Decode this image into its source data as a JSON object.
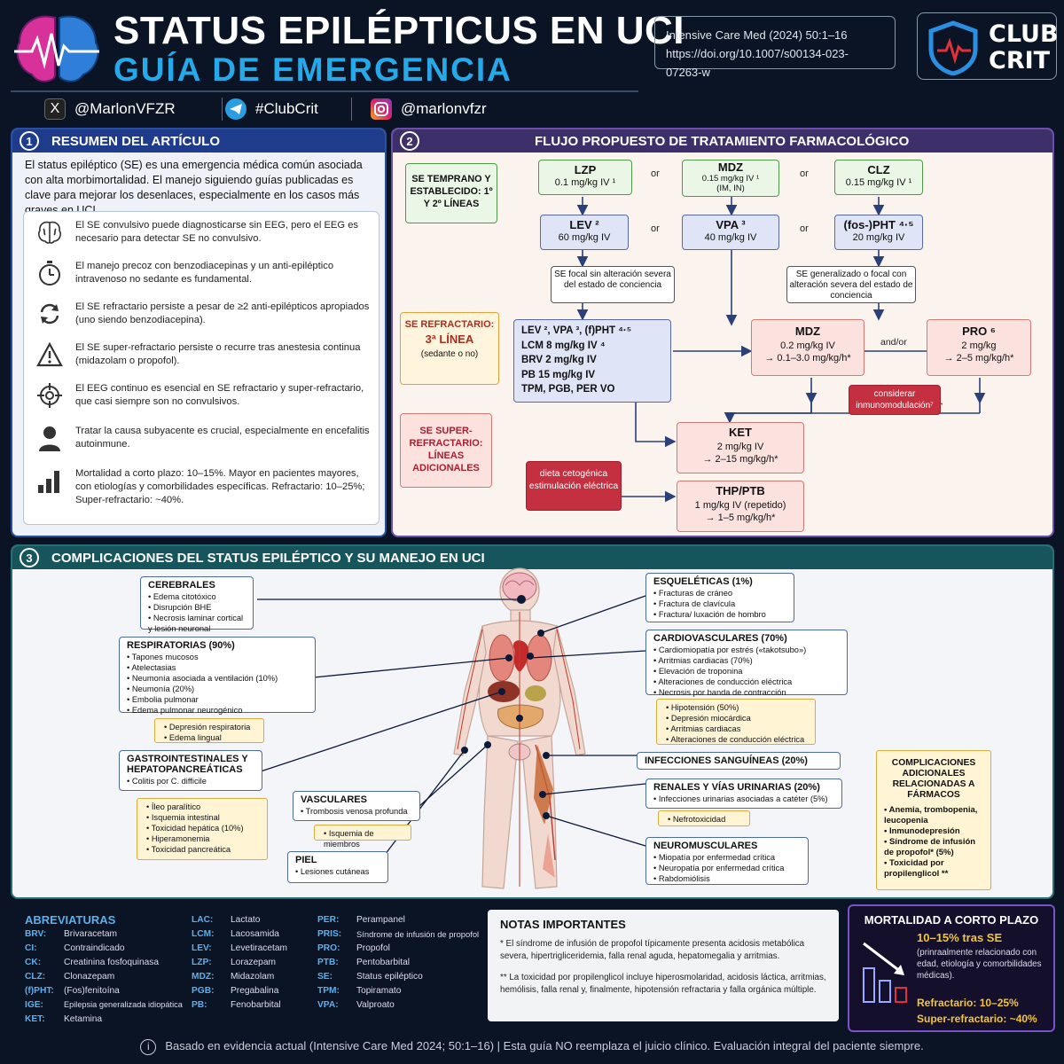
{
  "header": {
    "title": "STATUS EPILÉPTICUS EN UCI",
    "subtitle": "GUÍA DE EMERGENCIA",
    "citation_line1": "Intensive Care Med (2024) 50:1–16",
    "citation_line2": "https://doi.org/10.1007/s00134-023-07263-w",
    "brand_line1": "CLUB",
    "brand_line2": "CRIT"
  },
  "social": [
    {
      "icon": "x-icon",
      "label": "@MarlonVFZR"
    },
    {
      "icon": "telegram-icon",
      "label": "#ClubCrit"
    },
    {
      "icon": "instagram-icon",
      "label": "@marlonvfzr"
    }
  ],
  "panel1": {
    "number": "1",
    "title": "RESUMEN DEL ARTÍCULO",
    "intro": "El status epiléptico (SE) es una emergencia médica común asociada con alta morbimortalidad. El manejo siguiendo guías publicadas es clave para mejorar los desenlaces, especialmente en los casos más graves en UCI.",
    "bullets": [
      {
        "icon": "brain-icon",
        "text": "El SE convulsivo puede diagnosticarse sin EEG, pero el EEG es necesario para detectar SE no convulsivo."
      },
      {
        "icon": "stopwatch-icon",
        "text": "El manejo precoz con benzodiacepinas y un anti-epiléptico intravenoso no sedante es fundamental."
      },
      {
        "icon": "refresh-icon",
        "text": "El SE refractario persiste a pesar de ≥2 anti-epilépticos apropiados (uno siendo benzodiacepina)."
      },
      {
        "icon": "warning-icon",
        "text": "El SE super-refractario persiste o recurre tras anestesia continua (midazolam o propofol)."
      },
      {
        "icon": "target-icon",
        "text": "El EEG continuo es esencial en SE refractario y super-refractario, que casi siempre son no convulsivos."
      },
      {
        "icon": "person-icon",
        "text": "Tratar la causa subyacente es crucial, especialmente en encefalitis autoinmune."
      },
      {
        "icon": "bar-chart-icon",
        "text": "Mortalidad a corto plazo: 10–15%. Mayor en pacientes mayores, con etiologías y comorbilidades específicas. Refractario: 10–25%; Super-refractario: ~40%."
      }
    ]
  },
  "panel2": {
    "number": "2",
    "title": "FLUJO PROPUESTO DE TRATAMIENTO FARMACOLÓGICO",
    "stage1": "SE TEMPRANO Y ESTABLECIDO: 1º Y 2º LÍNEAS",
    "stage2_title": "SE REFRACTARIO:",
    "stage2_line": "3ª LÍNEA",
    "stage2_sub": "(sedante o no)",
    "stage3": "SE SUPER-REFRACTARIO: LÍNEAS ADICIONALES",
    "or_label": "or",
    "andor_label": "and/or",
    "lzp_name": "LZP",
    "lzp_dose": "0.1 mg/kg IV ¹",
    "mdz1_name": "MDZ",
    "mdz1_dose": "0.15 mg/kg IV ¹",
    "mdz1_route": "(IM, IN)",
    "clz_name": "CLZ",
    "clz_dose": "0.15 mg/kg IV ¹",
    "lev_name": "LEV ²",
    "lev_dose": "60 mg/kg IV",
    "vpa_name": "VPA ³",
    "vpa_dose": "40 mg/kg IV",
    "pht_name": "(fos-)PHT ⁴·⁵",
    "pht_dose": "20 mg/kg IV",
    "focal_note": "SE focal sin alteración severa del estado de conciencia",
    "gen_note": "SE generalizado o focal con alteración severa del estado de conciencia",
    "third_line": [
      "LEV ², VPA ³, (f)PHT ⁴·⁵",
      "LCM 8 mg/kg IV ⁴",
      "BRV 2 mg/kg IV",
      "PB 15 mg/kg IV",
      "TPM, PGB, PER VO"
    ],
    "mdz2_name": "MDZ",
    "mdz2_dose": "0.2 mg/kg IV",
    "mdz2_infusion": "→ 0.1–3.0 mg/kg/h*",
    "pro_name": "PRO ⁶",
    "pro_dose": "2 mg/kg",
    "pro_infusion": "→ 2–5 mg/kg/h*",
    "immuno": "considerar inmunomodulación⁷",
    "ket_name": "KET",
    "ket_dose": "2 mg/kg IV",
    "ket_infusion": "→ 2–15 mg/kg/h*",
    "diet": "dieta cetogénica estimulación eléctrica",
    "thp_name": "THP/PTB",
    "thp_dose": "1 mg/kg IV (repetido)",
    "thp_infusion": "→ 1–5 mg/kg/h*"
  },
  "panel3": {
    "number": "3",
    "title": "COMPLICACIONES DEL STATUS EPILÉPTICO Y SU MANEJO EN UCI",
    "cerebrales": {
      "title": "CEREBRALES",
      "items": [
        "Edema citotóxico",
        "Disrupción BHE",
        "Necrosis laminar cortical y lesión neuronal"
      ]
    },
    "respiratorias": {
      "title": "RESPIRATORIAS (90%)",
      "items": [
        "Tapones mucosos",
        "Atelectasias",
        "Neumonía asociada a ventilación (10%)",
        "Neumonía (20%)",
        "Embolia pulmonar",
        "Edema pulmonar neurogénico"
      ]
    },
    "resp_drug": [
      "Depresión respiratoria",
      "Edema lingual"
    ],
    "gastro": {
      "title": "GASTROINTESTINALES Y HEPATOPANCREÁTICAS",
      "items": [
        "Colitis por C. difficile"
      ]
    },
    "gastro_drug": [
      "Íleo paralítico",
      "Isquemia intestinal",
      "Toxicidad hepática (10%)",
      "Hiperamonemia",
      "Toxicidad pancreática"
    ],
    "vasculares": {
      "title": "VASCULARES",
      "items": [
        "Trombosis venosa profunda"
      ]
    },
    "vasc_drug": [
      "Isquemia de miembros"
    ],
    "piel": {
      "title": "PIEL",
      "items": [
        "Lesiones cutáneas"
      ]
    },
    "esqueleticas": {
      "title": "ESQUELÉTICAS (1%)",
      "items": [
        "Fracturas de cráneo",
        "Fractura de clavícula",
        "Fractura/ luxación de hombro"
      ]
    },
    "cardio": {
      "title": "CARDIOVASCULARES (70%)",
      "items": [
        "Cardiomiopatía por estrés («takotsubo»)",
        "Arritmias cardiacas (70%)",
        "Elevación de troponina",
        "Alteraciones de conducción eléctrica",
        "Necrosis por banda de contracción"
      ]
    },
    "cardio_drug": [
      "Hipotensión (50%)",
      "Depresión miocárdica",
      "Arritmias cardiacas",
      "Alteraciones de conducción eléctrica"
    ],
    "infecciones": {
      "title": "INFECCIONES SANGUÍNEAS (20%)"
    },
    "renales": {
      "title": "RENALES Y VÍAS URINARIAS (20%)",
      "items": [
        "Infecciones urinarias asociadas a catéter (5%)"
      ]
    },
    "renal_drug": [
      "Nefrotoxicidad"
    ],
    "neuro": {
      "title": "NEUROMUSCULARES",
      "items": [
        "Miopatía por enfermedad crítica",
        "Neuropatía por enfermedad crítica",
        "Rabdomiólisis"
      ]
    },
    "farmacos": {
      "title": "COMPLICACIONES ADICIONALES RELACIONADAS A FÁRMACOS",
      "items": [
        "Anemia, trombopenia, leucopenia",
        "Inmunodepresión",
        "Síndrome de infusión de propofol* (5%)",
        "Toxicidad por propilenglicol **"
      ]
    }
  },
  "abbreviations": {
    "title": "ABREVIATURAS",
    "col1": [
      [
        "BRV:",
        "Brivaracetam"
      ],
      [
        "CI:",
        "Contraindicado"
      ],
      [
        "CK:",
        "Creatinina fosfoquinasa"
      ],
      [
        "CLZ:",
        "Clonazepam"
      ],
      [
        "(f)PHT:",
        "(Fos)fenitoína"
      ],
      [
        "IGE:",
        "Epilepsia generalizada idiopática"
      ],
      [
        "KET:",
        "Ketamina"
      ]
    ],
    "col2": [
      [
        "LAC:",
        "Lactato"
      ],
      [
        "LCM:",
        "Lacosamida"
      ],
      [
        "LEV:",
        "Levetiracetam"
      ],
      [
        "LZP:",
        "Lorazepam"
      ],
      [
        "MDZ:",
        "Midazolam"
      ],
      [
        "PGB:",
        "Pregabalina"
      ],
      [
        "PB:",
        "Fenobarbital"
      ]
    ],
    "col3": [
      [
        "PER:",
        "Perampanel"
      ],
      [
        "PRIS:",
        "Síndrome de infusión de propofol"
      ],
      [
        "PRO:",
        "Propofol"
      ],
      [
        "PTB:",
        "Pentobarbital"
      ],
      [
        "SE:",
        "Status epiléptico"
      ],
      [
        "TPM:",
        "Topiramato"
      ],
      [
        "VPA:",
        "Valproato"
      ]
    ]
  },
  "notes": {
    "title": "NOTAS IMPORTANTES",
    "note1": "*  El síndrome de infusión de propofol típicamente presenta acidosis metabólica severa, hipertrigliceridemia, falla renal aguda, hepatomegalia y arritmias.",
    "note2": "**  La toxicidad por propilenglicol incluye hiperosmolaridad, acidosis láctica, arritmias, hemólisis, falla renal y, finalmente, hipotensión refractaria y falla orgánica múltiple."
  },
  "mortality": {
    "title": "MORTALIDAD A CORTO PLAZO",
    "main": "10–15% tras SE",
    "detail": "(prinraalmente relacionado con edad, etiología y comorbilidades médicas).",
    "refractory": "Refractario: 10–25%",
    "super": "Super-refractario: ~40%"
  },
  "footer": "Basado en evidencia actual (Intensive Care Med 2024; 50:1–16) | Esta guía NO reemplaza el juicio clínico. Evaluación integral del paciente siempre.",
  "colors": {
    "background": "#0b1424",
    "accent_blue": "#25a9e8",
    "panel1": "#1e3b8c",
    "panel2": "#3c2f6a",
    "panel3": "#17555d",
    "alert_red": "#c43040"
  }
}
